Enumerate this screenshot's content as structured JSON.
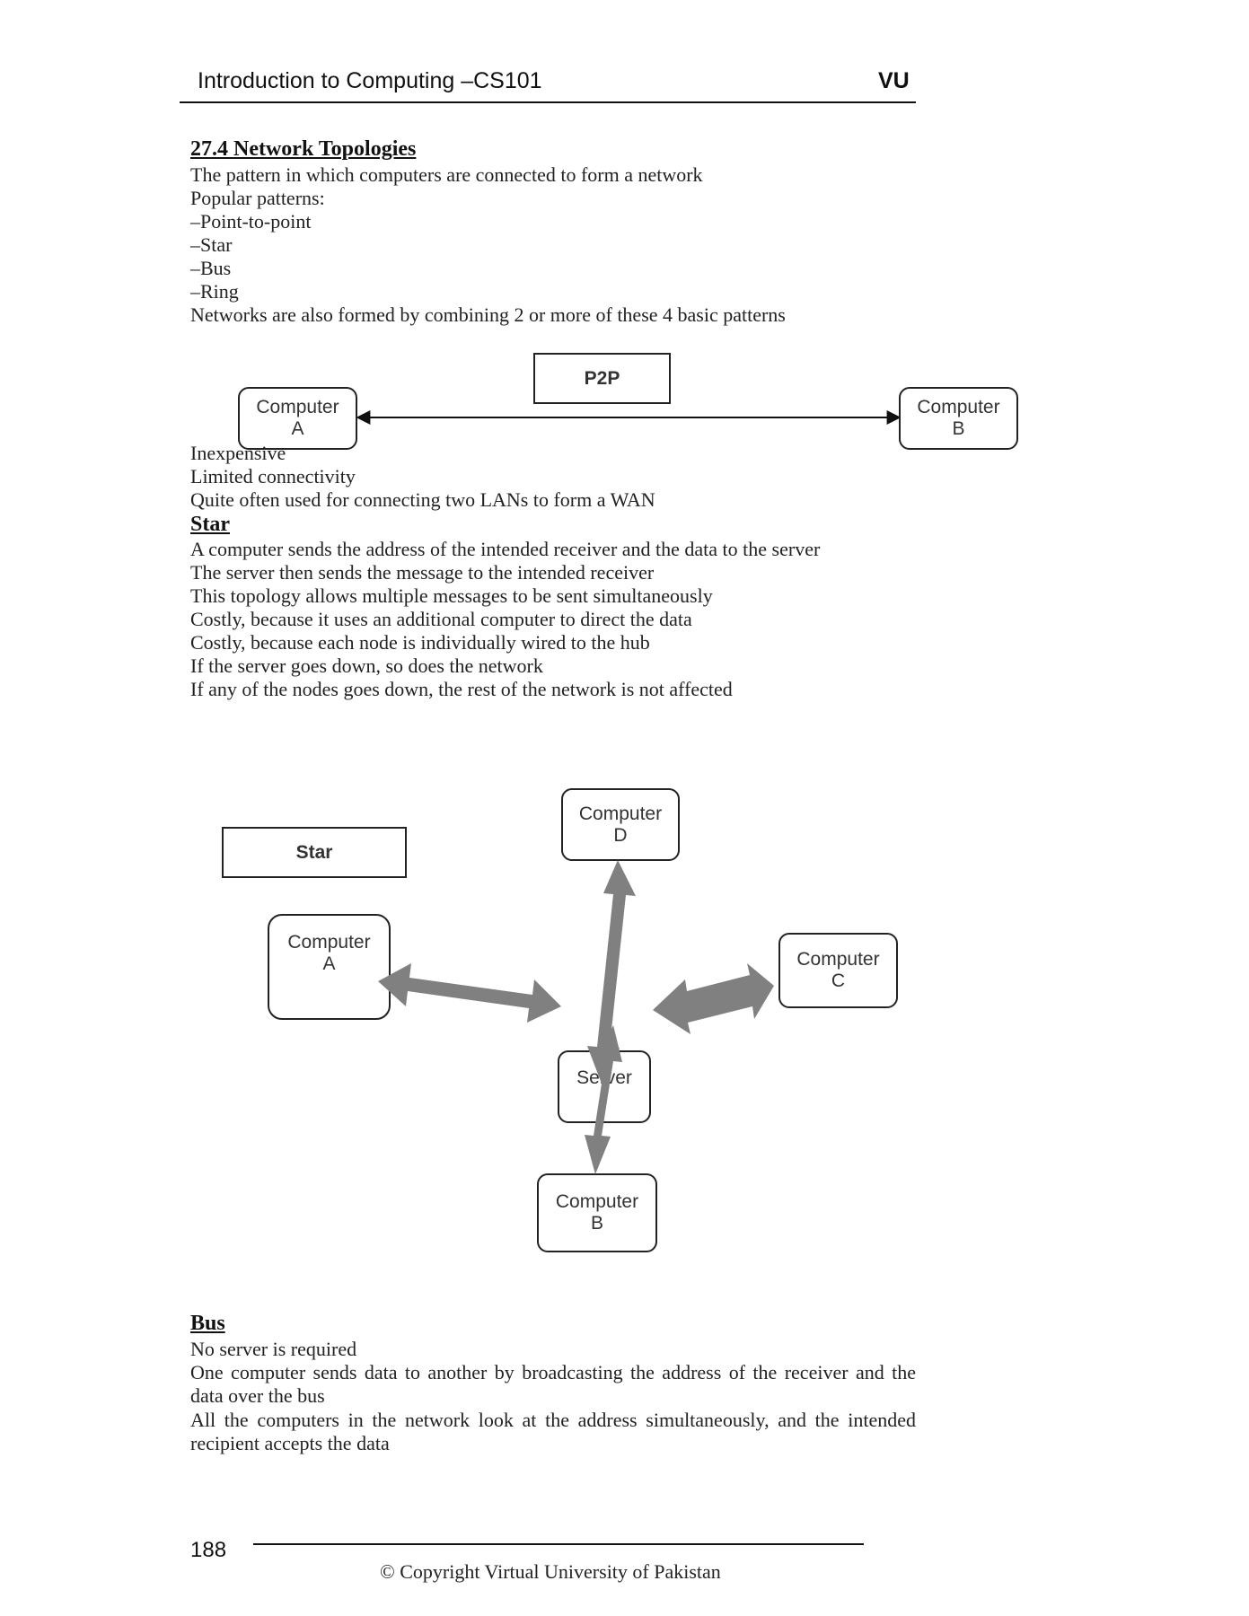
{
  "header": {
    "title": "Introduction to Computing –CS101",
    "institution": "VU"
  },
  "section": {
    "heading": "27.4 Network Topologies",
    "lines": [
      "The pattern in which computers are connected to form a network",
      "Popular patterns:",
      "–Point-to-point",
      "–Star",
      "–Bus",
      "–Ring",
      "Networks are also formed by combining 2 or more of these 4 basic patterns"
    ]
  },
  "p2p_diagram": {
    "title": "P2P",
    "node_a": [
      "Computer",
      "A"
    ],
    "node_b": [
      "Computer",
      "B"
    ]
  },
  "p2p_points": [
    "Inexpensive",
    "Limited connectivity",
    "Quite often used for connecting two LANs to form a WAN"
  ],
  "star": {
    "heading": "Star",
    "lines": [
      "A computer sends the address of the intended receiver and the data to the server",
      "The server then sends the message to the intended receiver",
      "This topology allows multiple messages to be sent simultaneously",
      "Costly, because it uses an additional computer to direct the data",
      "Costly, because each node is individually wired to the hub",
      "If the server goes down, so does the network",
      "If any of the nodes goes down, the rest of the network is not affected"
    ]
  },
  "star_diagram": {
    "title": "Star",
    "node_a": [
      "Computer",
      "A"
    ],
    "node_b": [
      "Computer",
      "B"
    ],
    "node_c": [
      "Computer",
      "C"
    ],
    "node_d": [
      "Computer",
      "D"
    ],
    "server": "Server",
    "arrow_color": "#808080"
  },
  "bus": {
    "heading": "Bus",
    "line1": "No server is required",
    "para1": "One computer sends data to another by broadcasting the address of the receiver and the data over the bus",
    "para2": "All the computers in the network look at the address simultaneously, and the intended recipient accepts the data"
  },
  "footer": {
    "page_number": "188",
    "copyright": "© Copyright Virtual University of Pakistan"
  }
}
